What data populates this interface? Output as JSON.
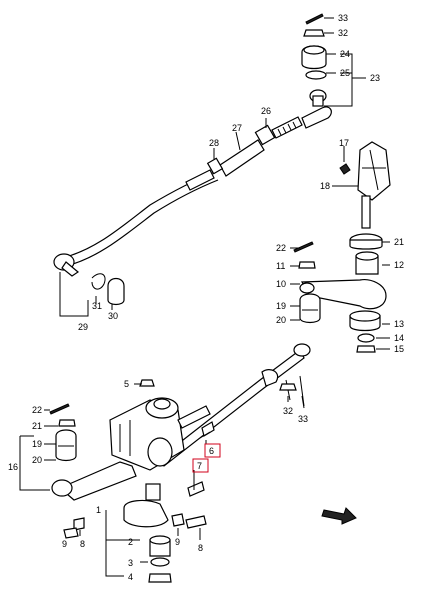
{
  "callouts": [
    "33",
    "32",
    "24",
    "25",
    "23",
    "26",
    "27",
    "28",
    "17",
    "18",
    "22",
    "21",
    "11",
    "12",
    "10",
    "19",
    "20",
    "13",
    "14",
    "15",
    "29",
    "31",
    "30",
    "5",
    "32",
    "33",
    "22",
    "21",
    "19",
    "20",
    "16",
    "6",
    "7",
    "1",
    "9",
    "8",
    "2",
    "3",
    "4",
    "9",
    "8"
  ],
  "highlighted_callouts": [
    "6",
    "7"
  ],
  "colors": {
    "line": "#000000",
    "highlight": "#d0021b",
    "background": "#ffffff"
  },
  "icons": [
    "arrow-icon"
  ]
}
